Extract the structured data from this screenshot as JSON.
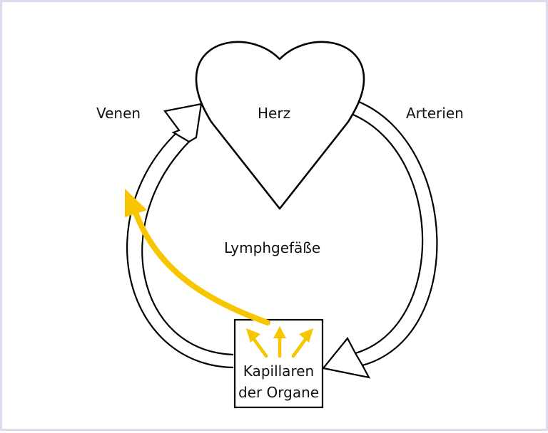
{
  "labels": {
    "veins": "Venen",
    "heart": "Herz",
    "arteries": "Arterien",
    "lymph_vessels": "Lymphgefäße",
    "capillaries_line1": "Kapillaren",
    "capillaries_line2": "der Organe"
  },
  "colors": {
    "stroke": "#000000",
    "lymph_arrow": "#f7c600",
    "frame_border": "#dcdcec",
    "background": "#ffffff"
  }
}
